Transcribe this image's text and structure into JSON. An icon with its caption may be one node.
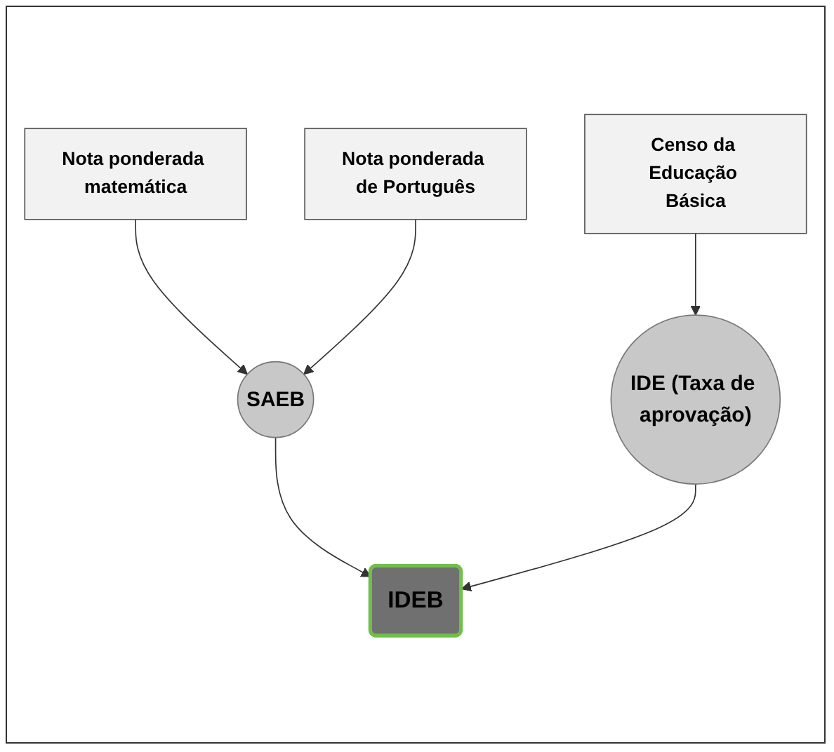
{
  "diagram": {
    "nodes": [
      {
        "text": [
          "Nota ponderada matemática"
        ]
      },
      {
        "text": [
          "Nota ponderada de Português"
        ]
      },
      {
        "text": [
          "Censo da Educação Básica"
        ]
      },
      {
        "text": [
          "SAEB"
        ]
      },
      {
        "text": [
          "IDE (Taxa de aprovação)"
        ]
      },
      {
        "text": [
          "IDEB"
        ]
      }
    ],
    "edges": [
      {
        "from": 0,
        "to": 3,
        "arrow": "to"
      },
      {
        "from": 1,
        "to": 3,
        "arrow": "to"
      },
      {
        "from": 2,
        "to": 4,
        "arrow": "to"
      },
      {
        "from": 3,
        "to": 5,
        "arrow": "to"
      },
      {
        "from": 4,
        "to": 5,
        "arrow": "to"
      }
    ]
  }
}
